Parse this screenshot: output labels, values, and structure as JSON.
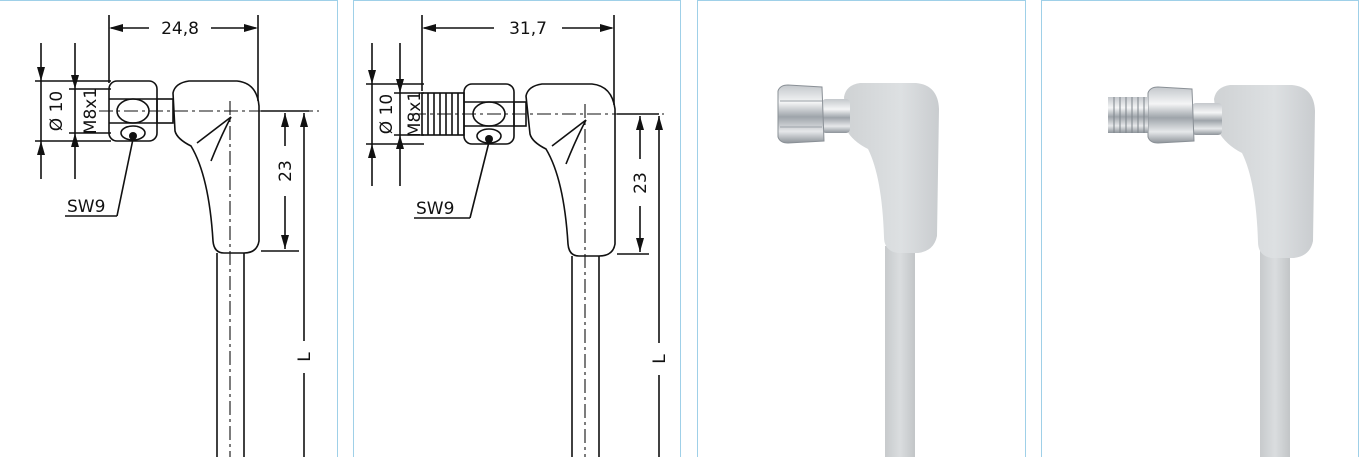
{
  "drawings": [
    {
      "id": "straight-nut",
      "dim_length": "24,8",
      "dim_diameter": "Ø 10",
      "dim_thread": "M8x1",
      "dim_height": "23",
      "dim_cable": "L",
      "wrench_label": "SW9"
    },
    {
      "id": "threaded-nut",
      "dim_length": "31,7",
      "dim_diameter": "Ø 10",
      "dim_thread": "M8x1",
      "dim_height": "23",
      "dim_cable": "L",
      "wrench_label": "SW9"
    }
  ],
  "colors": {
    "panel_border": "#9fd0e8",
    "cable_grey": "#d3d6d8",
    "metal_light": "#e8eaec",
    "metal_dark": "#9aa0a6"
  }
}
